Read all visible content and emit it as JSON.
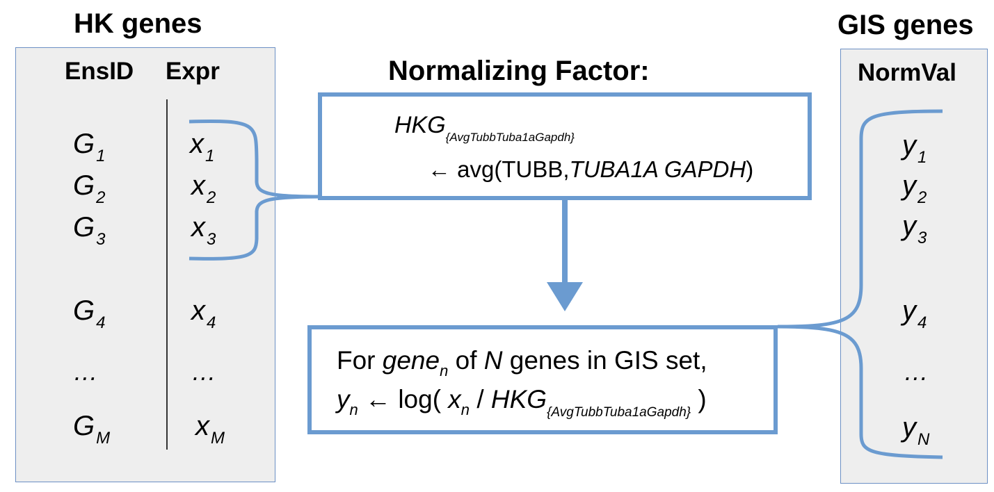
{
  "hk_panel": {
    "title": "HK genes",
    "col_id": "EnsID",
    "col_expr": "Expr",
    "rows": [
      {
        "g": "G",
        "gs": "1",
        "x": "x",
        "xs": "1"
      },
      {
        "g": "G",
        "gs": "2",
        "x": "x",
        "xs": "2"
      },
      {
        "g": "G",
        "gs": "3",
        "x": "x",
        "xs": "3"
      },
      {
        "g": "G",
        "gs": "4",
        "x": "x",
        "xs": "4"
      },
      {
        "g": "…",
        "gs": "",
        "x": "…",
        "xs": ""
      },
      {
        "g": "G",
        "gs": "M",
        "x": "x",
        "xs": "M"
      }
    ]
  },
  "normalizing": {
    "title": "Normalizing Factor:",
    "hkg": "HKG",
    "hkg_sub": "{AvgTubbTuba1aGapdh}",
    "arrow": "←",
    "avg_prefix": "avg(TUBB,",
    "avg_italic": "TUBA1A GAPDH",
    "avg_suffix": ")"
  },
  "formula": {
    "l1_a": "For ",
    "l1_gene": "gene",
    "l1_sub": "n",
    "l1_b": " of ",
    "l1_N": "N",
    "l1_c": " genes in GIS set,",
    "l2_y": "y",
    "l2_ysub": "n",
    "l2_arrow": "←",
    "l2_log": "log(",
    "l2_x": "x",
    "l2_xsub": "n",
    "l2_slash": " / ",
    "l2_hkg": "HKG",
    "l2_hkgsub": "{AvgTubbTuba1aGapdh}",
    "l2_close": ")"
  },
  "gis_panel": {
    "title": "GIS genes",
    "col": "NormVal",
    "rows": [
      {
        "y": "y",
        "ys": "1"
      },
      {
        "y": "y",
        "ys": "2"
      },
      {
        "y": "y",
        "ys": "3"
      },
      {
        "y": "y",
        "ys": "4"
      },
      {
        "y": "…",
        "ys": ""
      },
      {
        "y": "y",
        "ys": "N"
      }
    ]
  },
  "colors": {
    "accent": "#6b9bd0",
    "panel_bg": "#eeeeee",
    "panel_border": "#6b8fc4"
  }
}
